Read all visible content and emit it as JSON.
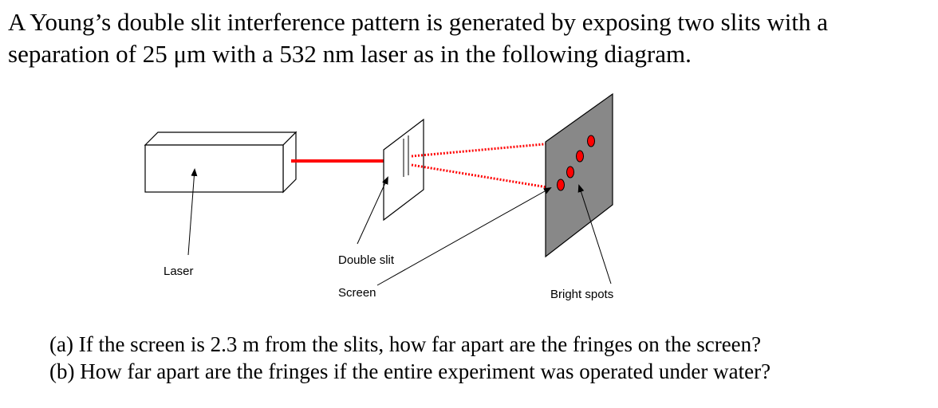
{
  "problem": {
    "intro_line1": "A Young’s double slit interference pattern is generated by exposing two slits with a",
    "intro_line2": "separation of 25 μm with a 532 nm laser as in the following diagram.",
    "question_a": "(a) If the screen is 2.3 m from the slits, how far apart are the fringes on the screen?",
    "question_b": "(b) How far apart are the fringes if the entire experiment was operated under water?"
  },
  "diagram": {
    "labels": {
      "laser": "Laser",
      "double_slit": "Double slit",
      "screen": "Screen",
      "bright_spots": "Bright spots"
    },
    "colors": {
      "beam": "#ff0000",
      "screen_fill": "#888888",
      "spot_fill": "#ff0000",
      "outline": "#000000"
    }
  }
}
